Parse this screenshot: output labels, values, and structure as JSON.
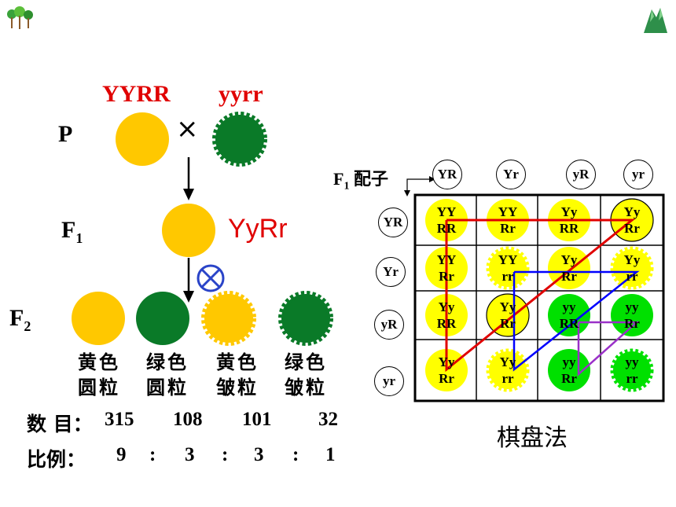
{
  "cross": {
    "p_label": "P",
    "parent1_genotype": "YYRR",
    "parent2_genotype": "yyrr",
    "cross_symbol": "×",
    "f1_label": "F",
    "f1_sub": "1",
    "f1_genotype": "YyRr",
    "selfing_symbol": "⊗",
    "f2_label": "F",
    "f2_sub": "2"
  },
  "phenotypes": [
    {
      "line1": "黄色",
      "line2": "圆粒",
      "color": "#ffc800",
      "wrinkled": false
    },
    {
      "line1": "绿色",
      "line2": "圆粒",
      "color": "#0a7a28",
      "wrinkled": false
    },
    {
      "line1": "黄色",
      "line2": "皱粒",
      "color": "#ffc800",
      "wrinkled": true
    },
    {
      "line1": "绿色",
      "line2": "皱粒",
      "color": "#0a7a28",
      "wrinkled": true
    }
  ],
  "counts": {
    "label": "数 目：",
    "values": [
      "315",
      "108",
      "101",
      "32"
    ]
  },
  "ratio": {
    "label": "比例：",
    "values": [
      "9",
      ":",
      "3",
      ":",
      "3",
      ":",
      "1"
    ]
  },
  "punnett": {
    "gamete_label": "F",
    "gamete_sub": "1",
    "gamete_word": "配子",
    "col_gametes": [
      "YR",
      "Yr",
      "yR",
      "yr"
    ],
    "row_gametes": [
      "YR",
      "Yr",
      "yR",
      "yr"
    ],
    "cells": [
      [
        {
          "t": "YY",
          "b": "RR",
          "type": "yellow-round"
        },
        {
          "t": "YY",
          "b": "Rr",
          "type": "yellow-round"
        },
        {
          "t": "Yy",
          "b": "RR",
          "type": "yellow-round"
        },
        {
          "t": "Yy",
          "b": "Rr",
          "type": "yellow-round"
        }
      ],
      [
        {
          "t": "YY",
          "b": "Rr",
          "type": "yellow-round"
        },
        {
          "t": "YY",
          "b": "rr",
          "type": "yellow-wrinkled"
        },
        {
          "t": "Yy",
          "b": "Rr",
          "type": "yellow-round"
        },
        {
          "t": "Yy",
          "b": "rr",
          "type": "yellow-wrinkled"
        }
      ],
      [
        {
          "t": "Yy",
          "b": "RR",
          "type": "yellow-round"
        },
        {
          "t": "Yy",
          "b": "Rr",
          "type": "yellow-round"
        },
        {
          "t": "yy",
          "b": "RR",
          "type": "green-round"
        },
        {
          "t": "yy",
          "b": "Rr",
          "type": "green-round"
        }
      ],
      [
        {
          "t": "Yy",
          "b": "Rr",
          "type": "yellow-round"
        },
        {
          "t": "Yy",
          "b": "rr",
          "type": "yellow-wrinkled"
        },
        {
          "t": "yy",
          "b": "Rr",
          "type": "green-round"
        },
        {
          "t": "yy",
          "b": "rr",
          "type": "green-wrinkled"
        }
      ]
    ],
    "method_title": "棋盘法"
  },
  "colors": {
    "yellow_seed": "#ffc800",
    "green_seed": "#0a7a28",
    "cell_yellow": "#ffff00",
    "cell_green": "#00e000",
    "red": "#e00000",
    "blue": "#0000ff",
    "purple": "#9a30c8",
    "selfing": "#2a44c8"
  }
}
